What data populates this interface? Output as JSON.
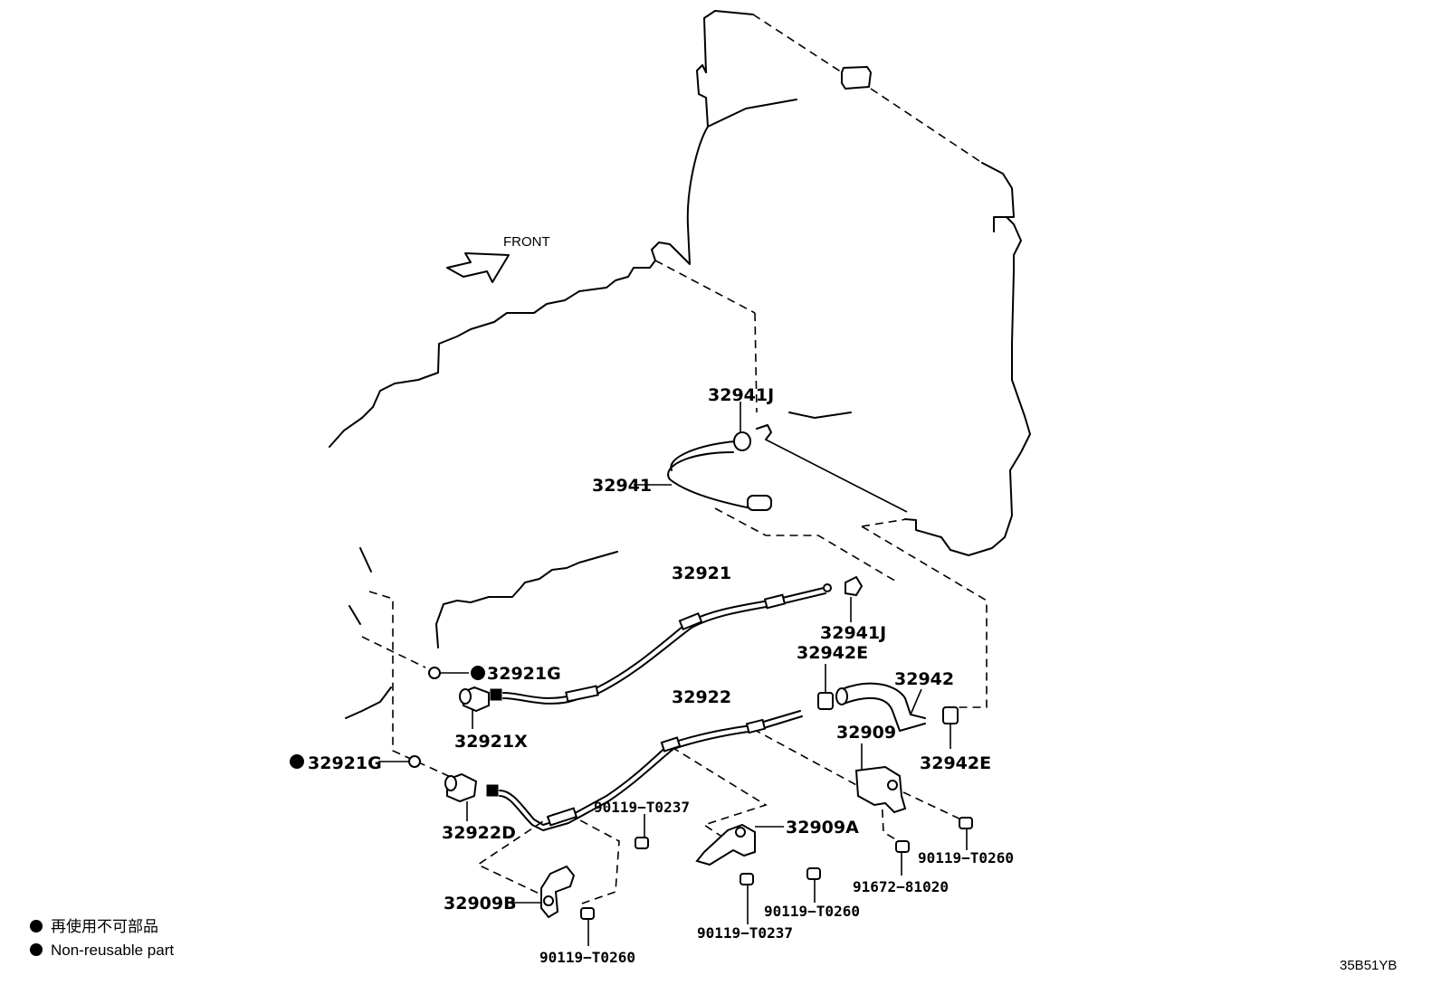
{
  "front_label": "FRONT",
  "parts": {
    "p32941J_top": "32941J",
    "p32941": "32941",
    "p32921": "32921",
    "p32941J_mid": "32941J",
    "p32942E_top": "32942E",
    "p32942": "32942",
    "p32921G_a": "32921G",
    "p32921X": "32921X",
    "p32922": "32922",
    "p32909": "32909",
    "p32942E_bot": "32942E",
    "p32921G_b": "32921G",
    "p32922D": "32922D",
    "p90119_T0237_a": "90119−T0237",
    "p32909A": "32909A",
    "p90119_T0260_a": "90119−T0260",
    "p91672_81020": "91672−81020",
    "p32909B": "32909B",
    "p90119_T0260_b": "90119−T0260",
    "p90119_T0237_b": "90119−T0237",
    "p90119_T0260_c": "90119−T0260"
  },
  "legend": {
    "line1": "再使用不可部品",
    "line2": "Non-reusable part",
    "bullet_color": "#000000"
  },
  "figure_code": "35B51YB",
  "icons": {
    "front_arrow": "front-arrow-icon",
    "non_reusable_marker": "filled-circle-icon"
  }
}
